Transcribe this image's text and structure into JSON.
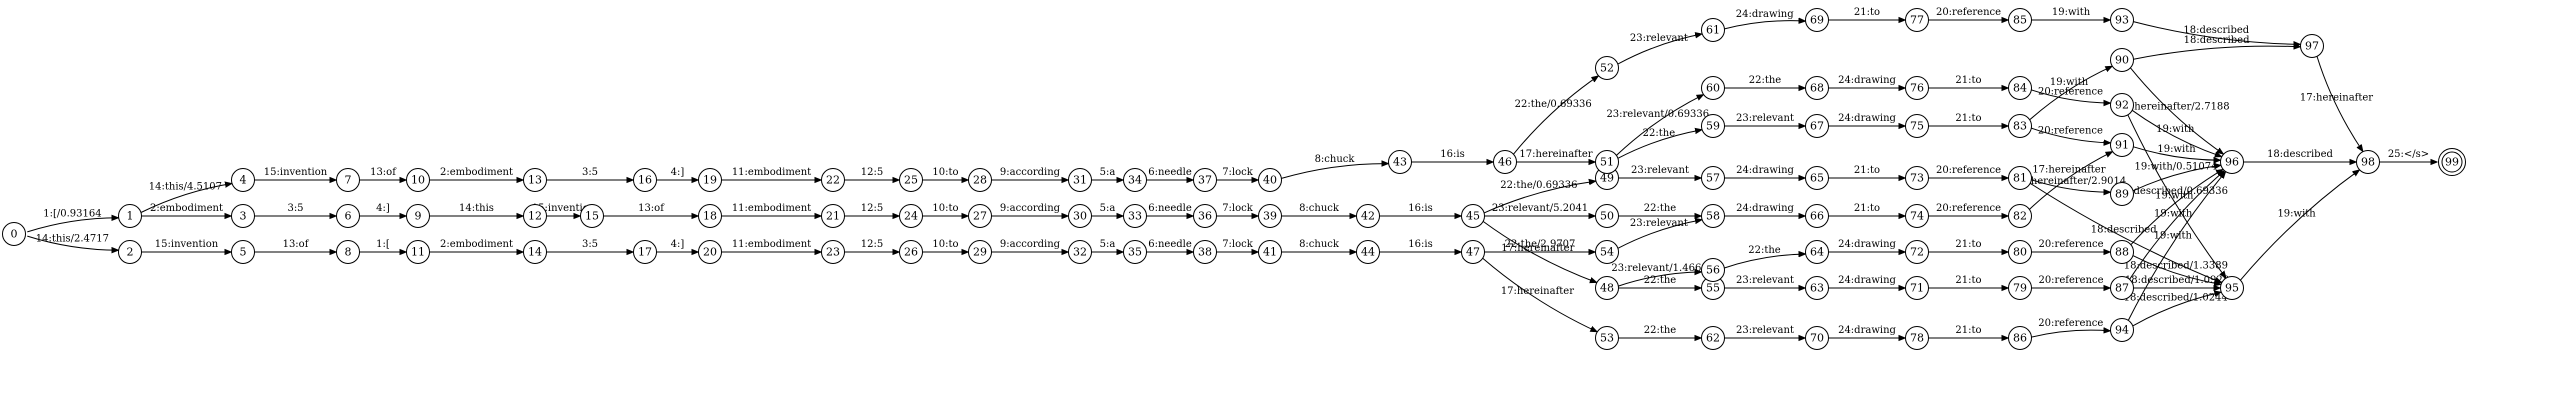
{
  "graph": {
    "start_node": "0",
    "final_node": "99",
    "nodes": [
      "0",
      "1",
      "2",
      "3",
      "4",
      "5",
      "6",
      "7",
      "8",
      "9",
      "10",
      "11",
      "12",
      "13",
      "14",
      "15",
      "16",
      "17",
      "18",
      "19",
      "20",
      "21",
      "22",
      "23",
      "24",
      "25",
      "26",
      "27",
      "28",
      "29",
      "30",
      "31",
      "32",
      "33",
      "34",
      "35",
      "36",
      "37",
      "38",
      "39",
      "40",
      "41",
      "42",
      "43",
      "44",
      "45",
      "46",
      "47",
      "48",
      "49",
      "50",
      "51",
      "52",
      "53",
      "54",
      "55",
      "56",
      "57",
      "58",
      "59",
      "60",
      "61",
      "62",
      "63",
      "64",
      "65",
      "66",
      "67",
      "68",
      "69",
      "70",
      "71",
      "72",
      "73",
      "74",
      "75",
      "76",
      "77",
      "78",
      "79",
      "80",
      "81",
      "82",
      "83",
      "84",
      "85",
      "86",
      "87",
      "88",
      "89",
      "90",
      "91",
      "92",
      "93",
      "94",
      "95",
      "96",
      "97",
      "98",
      "99"
    ],
    "edges": [
      {
        "from": "0",
        "to": "1",
        "label": "1:[/0.93164"
      },
      {
        "from": "0",
        "to": "2",
        "label": "14:this/2.4717"
      },
      {
        "from": "1",
        "to": "4",
        "label": "14:this/4.5107"
      },
      {
        "from": "1",
        "to": "3",
        "label": "2:embodiment"
      },
      {
        "from": "2",
        "to": "5",
        "label": "15:invention"
      },
      {
        "from": "4",
        "to": "7",
        "label": "15:invention"
      },
      {
        "from": "3",
        "to": "6",
        "label": "3:5"
      },
      {
        "from": "5",
        "to": "8",
        "label": "13:of"
      },
      {
        "from": "7",
        "to": "10",
        "label": "13:of"
      },
      {
        "from": "6",
        "to": "9",
        "label": "4:]"
      },
      {
        "from": "8",
        "to": "11",
        "label": "1:["
      },
      {
        "from": "10",
        "to": "13",
        "label": "2:embodiment"
      },
      {
        "from": "9",
        "to": "12",
        "label": "14:this"
      },
      {
        "from": "11",
        "to": "14",
        "label": "2:embodiment"
      },
      {
        "from": "13",
        "to": "16",
        "label": "3:5"
      },
      {
        "from": "12",
        "to": "15",
        "label": "15:invention"
      },
      {
        "from": "14",
        "to": "17",
        "label": "3:5"
      },
      {
        "from": "16",
        "to": "19",
        "label": "4:]"
      },
      {
        "from": "15",
        "to": "18",
        "label": "13:of"
      },
      {
        "from": "17",
        "to": "20",
        "label": "4:]"
      },
      {
        "from": "19",
        "to": "22",
        "label": "11:embodiment"
      },
      {
        "from": "18",
        "to": "21",
        "label": "11:embodiment"
      },
      {
        "from": "20",
        "to": "23",
        "label": "11:embodiment"
      },
      {
        "from": "22",
        "to": "25",
        "label": "12:5"
      },
      {
        "from": "21",
        "to": "24",
        "label": "12:5"
      },
      {
        "from": "23",
        "to": "26",
        "label": "12:5"
      },
      {
        "from": "25",
        "to": "28",
        "label": "10:to"
      },
      {
        "from": "24",
        "to": "27",
        "label": "10:to"
      },
      {
        "from": "26",
        "to": "29",
        "label": "10:to"
      },
      {
        "from": "28",
        "to": "31",
        "label": "9:according"
      },
      {
        "from": "27",
        "to": "30",
        "label": "9:according"
      },
      {
        "from": "29",
        "to": "32",
        "label": "9:according"
      },
      {
        "from": "31",
        "to": "34",
        "label": "5:a"
      },
      {
        "from": "30",
        "to": "33",
        "label": "5:a"
      },
      {
        "from": "32",
        "to": "35",
        "label": "5:a"
      },
      {
        "from": "34",
        "to": "37",
        "label": "6:needle"
      },
      {
        "from": "33",
        "to": "36",
        "label": "6:needle"
      },
      {
        "from": "35",
        "to": "38",
        "label": "6:needle"
      },
      {
        "from": "37",
        "to": "40",
        "label": "7:lock"
      },
      {
        "from": "36",
        "to": "39",
        "label": "7:lock"
      },
      {
        "from": "38",
        "to": "41",
        "label": "7:lock"
      },
      {
        "from": "40",
        "to": "43",
        "label": "8:chuck"
      },
      {
        "from": "39",
        "to": "42",
        "label": "8:chuck"
      },
      {
        "from": "41",
        "to": "44",
        "label": "8:chuck"
      },
      {
        "from": "43",
        "to": "46",
        "label": "16:is"
      },
      {
        "from": "42",
        "to": "45",
        "label": "16:is"
      },
      {
        "from": "44",
        "to": "47",
        "label": "16:is"
      },
      {
        "from": "46",
        "to": "52",
        "label": "22:the/0.69336"
      },
      {
        "from": "46",
        "to": "51",
        "label": "17:hereinafter"
      },
      {
        "from": "45",
        "to": "49",
        "label": "22:the/0.69336"
      },
      {
        "from": "45",
        "to": "50",
        "label": "23:relevant/5.2041"
      },
      {
        "from": "45",
        "to": "48",
        "label": "17:hereinafter"
      },
      {
        "from": "47",
        "to": "54",
        "label": "22:the/2.9707"
      },
      {
        "from": "47",
        "to": "53",
        "label": "17:hereinafter"
      },
      {
        "from": "52",
        "to": "61",
        "label": "23:relevant"
      },
      {
        "from": "51",
        "to": "60",
        "label": "23:relevant/0.69336"
      },
      {
        "from": "51",
        "to": "59",
        "label": "22:the"
      },
      {
        "from": "49",
        "to": "57",
        "label": "23:relevant"
      },
      {
        "from": "50",
        "to": "58",
        "label": "22:the"
      },
      {
        "from": "54",
        "to": "58",
        "label": "23:relevant"
      },
      {
        "from": "48",
        "to": "56",
        "label": "23:relevant/1.4668"
      },
      {
        "from": "48",
        "to": "55",
        "label": "22:the"
      },
      {
        "from": "53",
        "to": "62",
        "label": "22:the"
      },
      {
        "from": "61",
        "to": "69",
        "label": "24:drawing"
      },
      {
        "from": "60",
        "to": "68",
        "label": "22:the"
      },
      {
        "from": "59",
        "to": "67",
        "label": "23:relevant"
      },
      {
        "from": "57",
        "to": "65",
        "label": "24:drawing"
      },
      {
        "from": "58",
        "to": "66",
        "label": "24:drawing"
      },
      {
        "from": "56",
        "to": "64",
        "label": "22:the"
      },
      {
        "from": "55",
        "to": "63",
        "label": "23:relevant"
      },
      {
        "from": "62",
        "to": "70",
        "label": "23:relevant"
      },
      {
        "from": "69",
        "to": "77",
        "label": "21:to"
      },
      {
        "from": "68",
        "to": "76",
        "label": "24:drawing"
      },
      {
        "from": "67",
        "to": "75",
        "label": "24:drawing"
      },
      {
        "from": "65",
        "to": "73",
        "label": "21:to"
      },
      {
        "from": "66",
        "to": "74",
        "label": "21:to"
      },
      {
        "from": "64",
        "to": "72",
        "label": "24:drawing"
      },
      {
        "from": "63",
        "to": "71",
        "label": "24:drawing"
      },
      {
        "from": "70",
        "to": "78",
        "label": "24:drawing"
      },
      {
        "from": "77",
        "to": "85",
        "label": "20:reference"
      },
      {
        "from": "76",
        "to": "84",
        "label": "21:to"
      },
      {
        "from": "75",
        "to": "83",
        "label": "21:to"
      },
      {
        "from": "73",
        "to": "81",
        "label": "20:reference"
      },
      {
        "from": "74",
        "to": "82",
        "label": "20:reference"
      },
      {
        "from": "72",
        "to": "80",
        "label": "21:to"
      },
      {
        "from": "71",
        "to": "79",
        "label": "21:to"
      },
      {
        "from": "78",
        "to": "86",
        "label": "21:to"
      },
      {
        "from": "85",
        "to": "93",
        "label": "19:with"
      },
      {
        "from": "84",
        "to": "92",
        "label": "20:reference"
      },
      {
        "from": "83",
        "to": "91",
        "label": "20:reference"
      },
      {
        "from": "83",
        "to": "90",
        "label": "19:with"
      },
      {
        "from": "81",
        "to": "89",
        "label": "17:hereinafter/2.9014"
      },
      {
        "from": "82",
        "to": "91",
        "label": "17:hereinafter"
      },
      {
        "from": "80",
        "to": "88",
        "label": "20:reference"
      },
      {
        "from": "79",
        "to": "87",
        "label": "20:reference"
      },
      {
        "from": "86",
        "to": "94",
        "label": "20:reference"
      },
      {
        "from": "93",
        "to": "97",
        "label": "18:described"
      },
      {
        "from": "90",
        "to": "97",
        "label": "18:described"
      },
      {
        "from": "90",
        "to": "96",
        "label": "17:hereinafter/2.7188"
      },
      {
        "from": "92",
        "to": "96",
        "label": "19:with"
      },
      {
        "from": "92",
        "to": "95",
        "label": "18:described/0.69336"
      },
      {
        "from": "91",
        "to": "96",
        "label": "19:with"
      },
      {
        "from": "89",
        "to": "96",
        "label": "19:with/0.51074"
      },
      {
        "from": "81",
        "to": "95",
        "label": "18:described"
      },
      {
        "from": "88",
        "to": "96",
        "label": "19:with"
      },
      {
        "from": "87",
        "to": "96",
        "label": "19:with"
      },
      {
        "from": "94",
        "to": "96",
        "label": "19:with"
      },
      {
        "from": "88",
        "to": "95",
        "label": "18:described/1.3389"
      },
      {
        "from": "87",
        "to": "95",
        "label": "18:described/1.0928"
      },
      {
        "from": "94",
        "to": "95",
        "label": "18:described/1.0244"
      },
      {
        "from": "97",
        "to": "98",
        "label": "17:hereinafter"
      },
      {
        "from": "96",
        "to": "98",
        "label": "18:described"
      },
      {
        "from": "95",
        "to": "98",
        "label": "19:with"
      },
      {
        "from": "98",
        "to": "99",
        "label": "25:</s>"
      }
    ]
  }
}
